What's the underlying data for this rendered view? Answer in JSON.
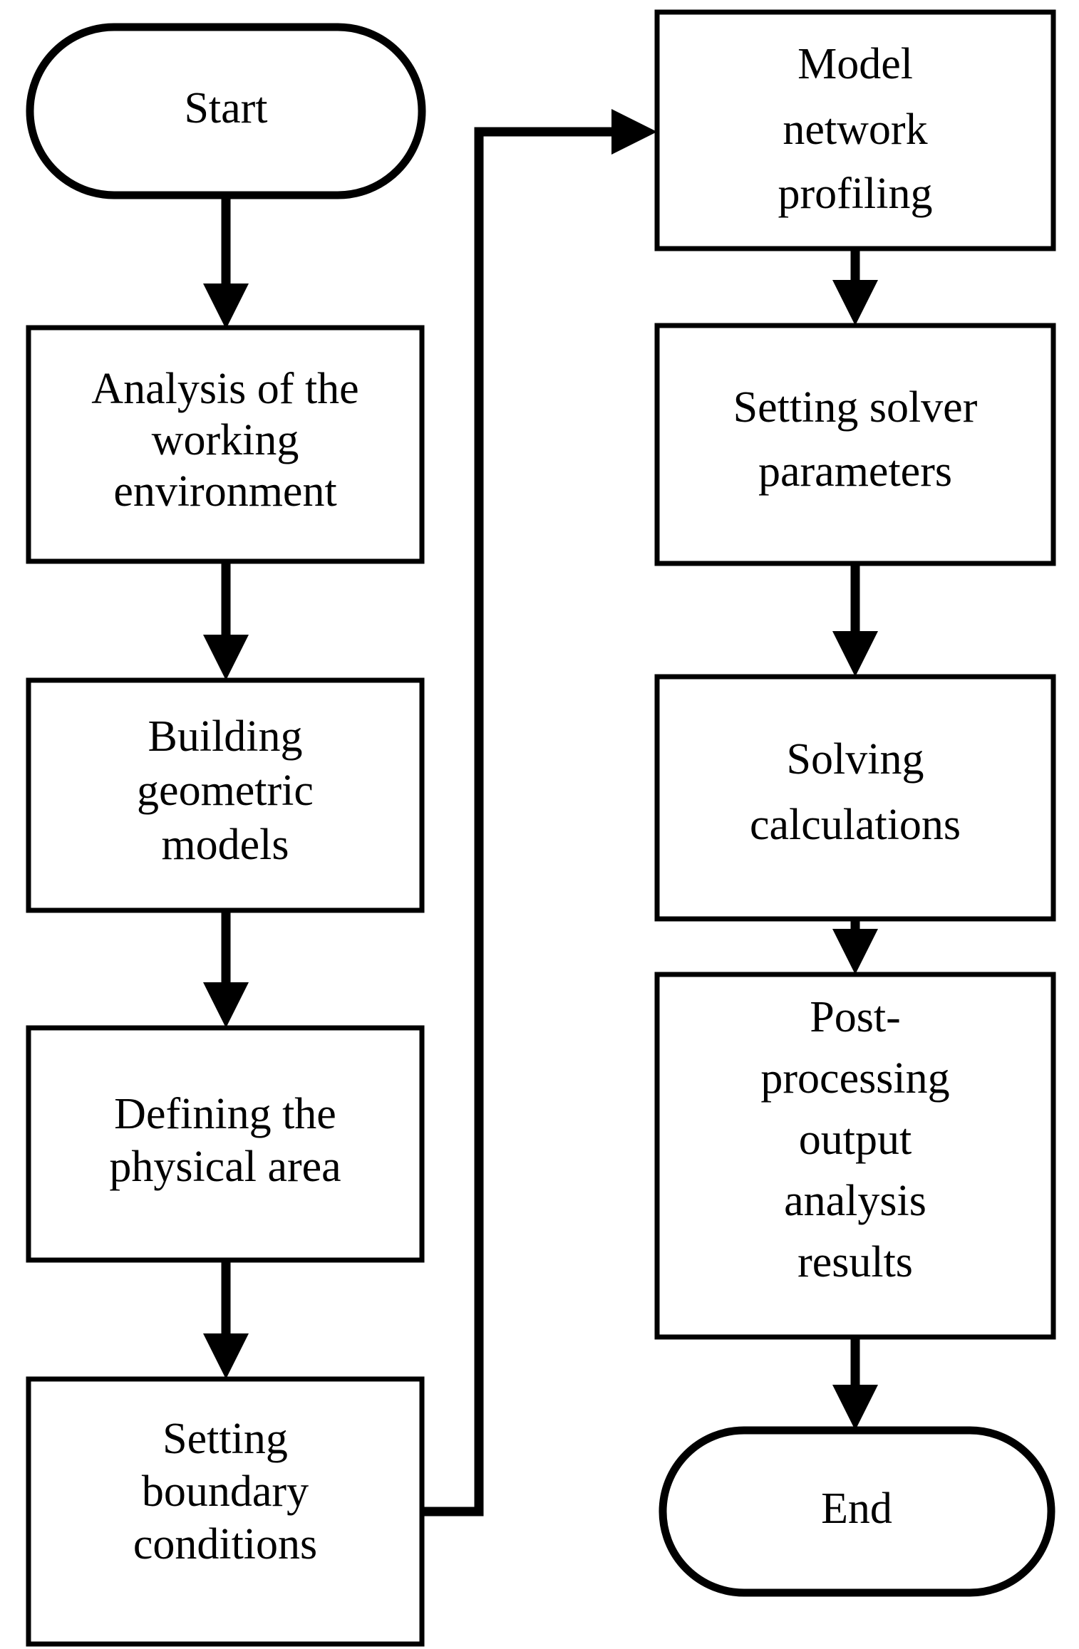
{
  "diagram": {
    "title": "CFD simulation workflow flowchart",
    "type": "flowchart",
    "background_color": "#ffffff",
    "stroke_color": "#000000",
    "fill_color": "#ffffff",
    "font_style": "serif",
    "columns": 2
  },
  "nodes": [
    {
      "id": "start",
      "shape": "stadium",
      "label": "Start",
      "lines": [
        "Start"
      ],
      "column": "left",
      "order": 1
    },
    {
      "id": "analysis",
      "shape": "rectangle",
      "label": "Analysis of the working environment",
      "lines": [
        "Analysis of the",
        "working",
        "environment"
      ],
      "column": "left",
      "order": 2
    },
    {
      "id": "geometry",
      "shape": "rectangle",
      "label": "Building geometric models",
      "lines": [
        "Building",
        "geometric",
        "models"
      ],
      "column": "left",
      "order": 3
    },
    {
      "id": "physical-area",
      "shape": "rectangle",
      "label": "Defining the physical area",
      "lines": [
        "Defining the",
        "physical area"
      ],
      "column": "left",
      "order": 4
    },
    {
      "id": "boundary",
      "shape": "rectangle",
      "label": "Setting boundary conditions",
      "lines": [
        "Setting",
        "boundary",
        "conditions"
      ],
      "column": "left",
      "order": 5
    },
    {
      "id": "mesh",
      "shape": "rectangle",
      "label": "Model network profiling",
      "lines": [
        "Model",
        "network",
        "profiling"
      ],
      "column": "right",
      "order": 6
    },
    {
      "id": "solver",
      "shape": "rectangle",
      "label": "Setting solver parameters",
      "lines": [
        "Setting solver",
        "parameters"
      ],
      "column": "right",
      "order": 7
    },
    {
      "id": "solving",
      "shape": "rectangle",
      "label": "Solving calculations",
      "lines": [
        "Solving",
        "calculations"
      ],
      "column": "right",
      "order": 8
    },
    {
      "id": "post",
      "shape": "rectangle",
      "label": "Post-processing output analysis results",
      "lines": [
        "Post-",
        "processing",
        "output",
        "analysis",
        "results"
      ],
      "column": "right",
      "order": 9
    },
    {
      "id": "end",
      "shape": "stadium",
      "label": "End",
      "lines": [
        "End"
      ],
      "column": "right",
      "order": 10
    }
  ],
  "edges": [
    {
      "id": "e1",
      "from": "start",
      "to": "analysis",
      "style": "straight-down",
      "arrow": true
    },
    {
      "id": "e2",
      "from": "analysis",
      "to": "geometry",
      "style": "straight-down",
      "arrow": true
    },
    {
      "id": "e3",
      "from": "geometry",
      "to": "physical-area",
      "style": "straight-down",
      "arrow": true
    },
    {
      "id": "e4",
      "from": "physical-area",
      "to": "boundary",
      "style": "straight-down",
      "arrow": true
    },
    {
      "id": "e5",
      "from": "boundary",
      "to": "mesh",
      "style": "orthogonal-right-up-right",
      "arrow": true
    },
    {
      "id": "e6",
      "from": "mesh",
      "to": "solver",
      "style": "straight-down",
      "arrow": true
    },
    {
      "id": "e7",
      "from": "solver",
      "to": "solving",
      "style": "straight-down",
      "arrow": true
    },
    {
      "id": "e8",
      "from": "solving",
      "to": "post",
      "style": "straight-down",
      "arrow": true
    },
    {
      "id": "e9",
      "from": "post",
      "to": "end",
      "style": "straight-down",
      "arrow": true
    }
  ]
}
